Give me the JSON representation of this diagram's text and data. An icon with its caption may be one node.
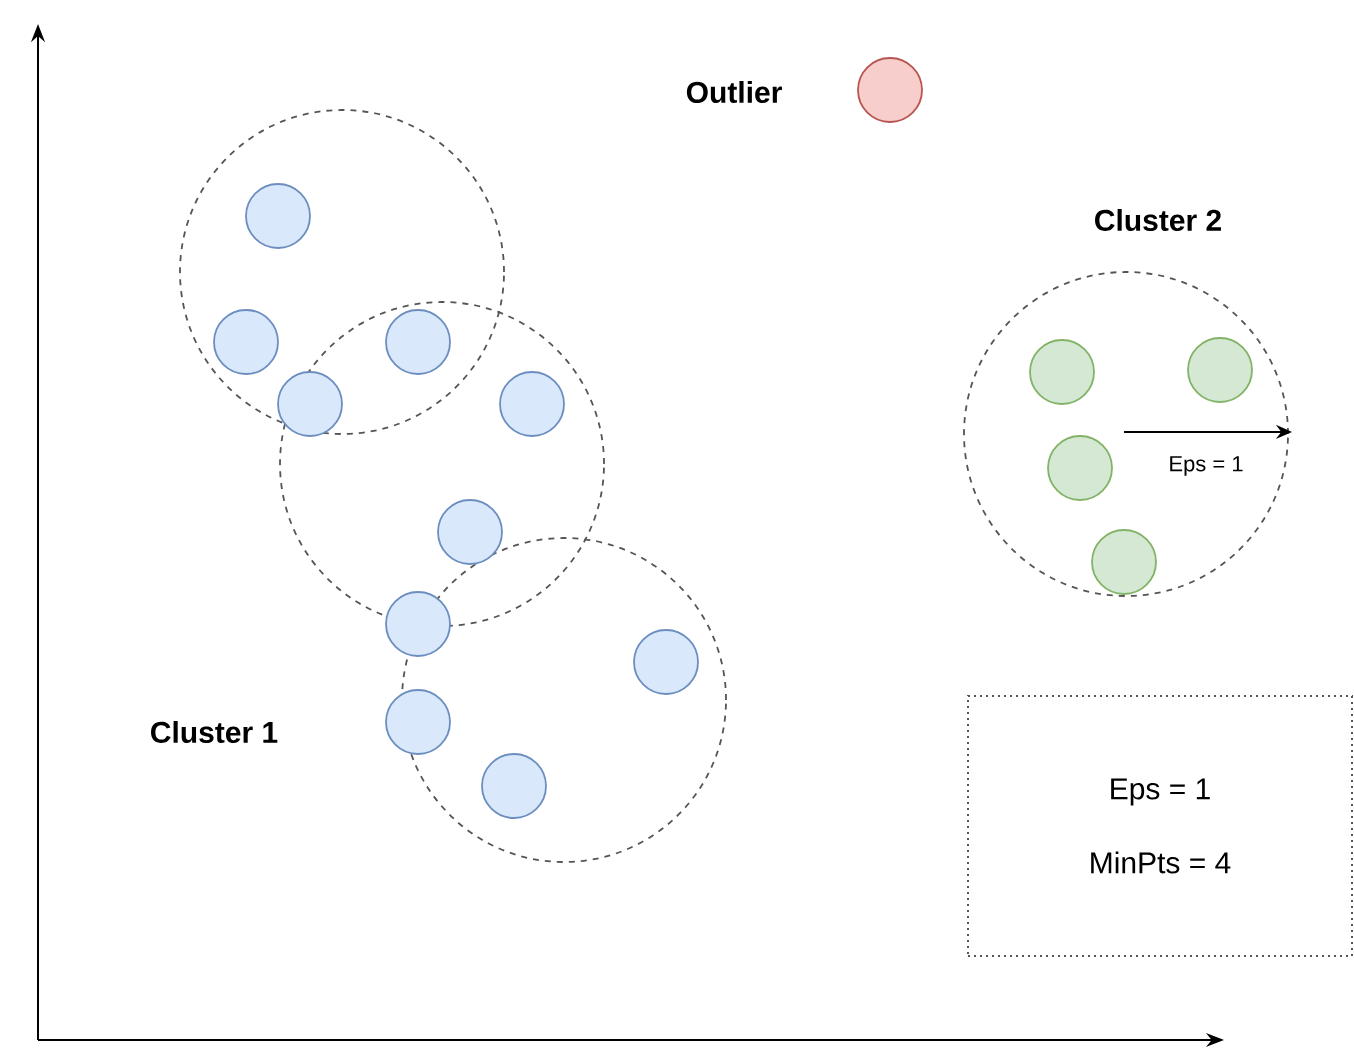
{
  "diagram": {
    "nodes": [
      {
        "text": [],
        "shape": "circle"
      },
      {
        "text": [],
        "shape": "circle"
      },
      {
        "text": [],
        "shape": "circle"
      },
      {
        "text": [],
        "shape": "circle",
        "in": 0
      },
      {
        "text": [],
        "shape": "circle",
        "in": 0
      },
      {
        "text": [],
        "shape": "circle"
      },
      {
        "text": [],
        "shape": "circle"
      },
      {
        "text": [],
        "shape": "circle",
        "in": 1
      },
      {
        "text": [],
        "shape": "circle",
        "in": 1
      },
      {
        "text": [],
        "shape": "circle"
      },
      {
        "text": [],
        "shape": "circle",
        "in": 2
      },
      {
        "text": [],
        "shape": "circle"
      },
      {
        "text": [],
        "shape": "circle",
        "in": 2
      },
      {
        "text": [],
        "shape": "circle"
      },
      {
        "text": [],
        "shape": "circle"
      },
      {
        "text": [],
        "shape": "circle",
        "in": 14
      },
      {
        "text": [],
        "shape": "circle",
        "in": 14
      },
      {
        "text": [],
        "shape": "circle",
        "in": 14
      },
      {
        "text": [],
        "shape": "circle",
        "in": 14
      },
      {
        "text": [
          "Eps = 1",
          "MinPts = 4"
        ]
      }
    ],
    "labels": [
      "Outlier",
      "Cluster 2",
      "Eps = 1",
      "Cluster 1"
    ]
  }
}
